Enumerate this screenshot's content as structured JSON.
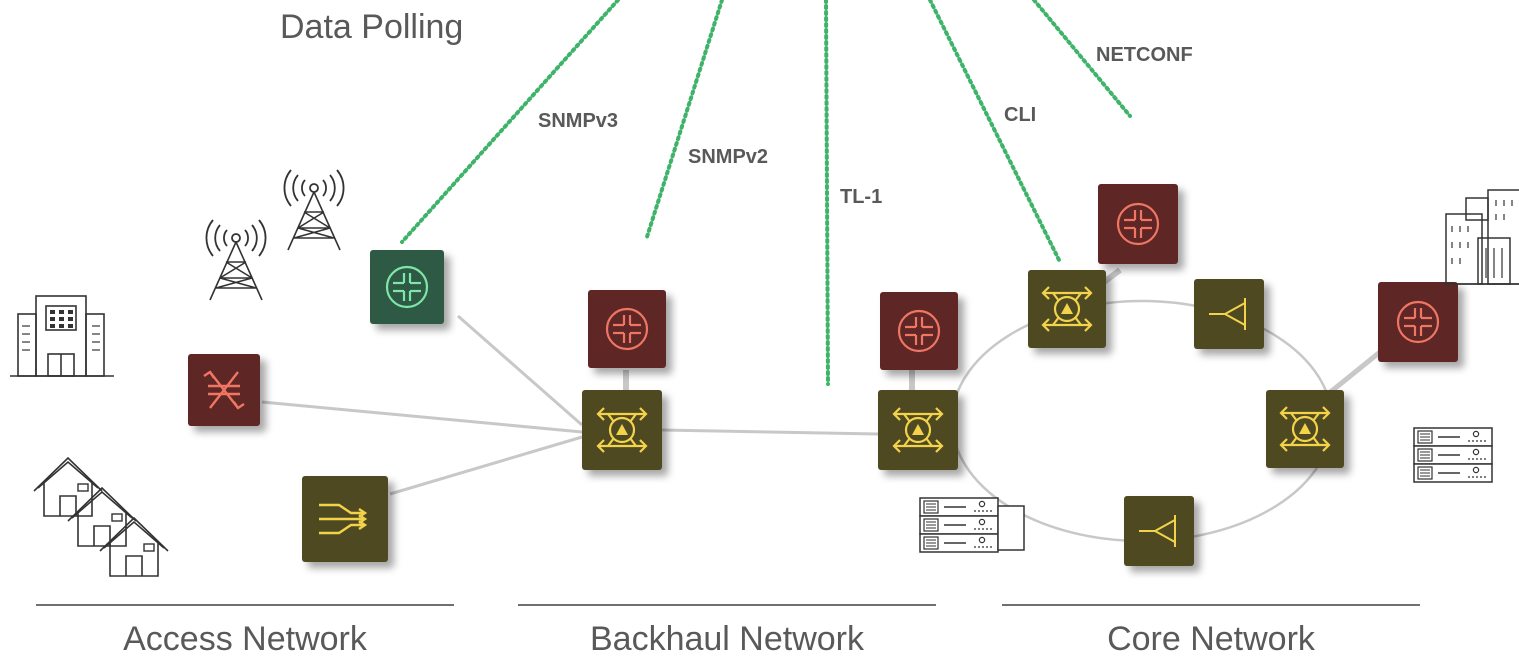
{
  "title": "Data Polling",
  "protocols": {
    "snmpv3": "SNMPv3",
    "snmpv2": "SNMPv2",
    "tl1": "TL-1",
    "cli": "CLI",
    "netconf": "NETCONF"
  },
  "sections": {
    "access": "Access Network",
    "backhaul": "Backhaul Network",
    "core": "Core Network"
  },
  "colors": {
    "polling_line": "#3fb36a",
    "link": "#c8c8c8",
    "router_dark_red": "#5e2626",
    "router_green": "#2f5a44",
    "switch_olive": "#4f4a21",
    "icon_salmon": "#f07664",
    "icon_yellow": "#f2d34a",
    "icon_mint": "#7ee6a8",
    "text": "#595959"
  },
  "icons": {
    "cell_tower": "cell-tower-icon",
    "office_building": "office-building-icon",
    "house": "house-icon",
    "server_rack": "server-rack-icon",
    "city_buildings": "city-buildings-icon",
    "router": "router-icon",
    "switch": "switch-icon",
    "mux": "multiplexer-icon",
    "amplifier": "amplifier-icon",
    "cross_connect": "cross-connect-icon"
  }
}
